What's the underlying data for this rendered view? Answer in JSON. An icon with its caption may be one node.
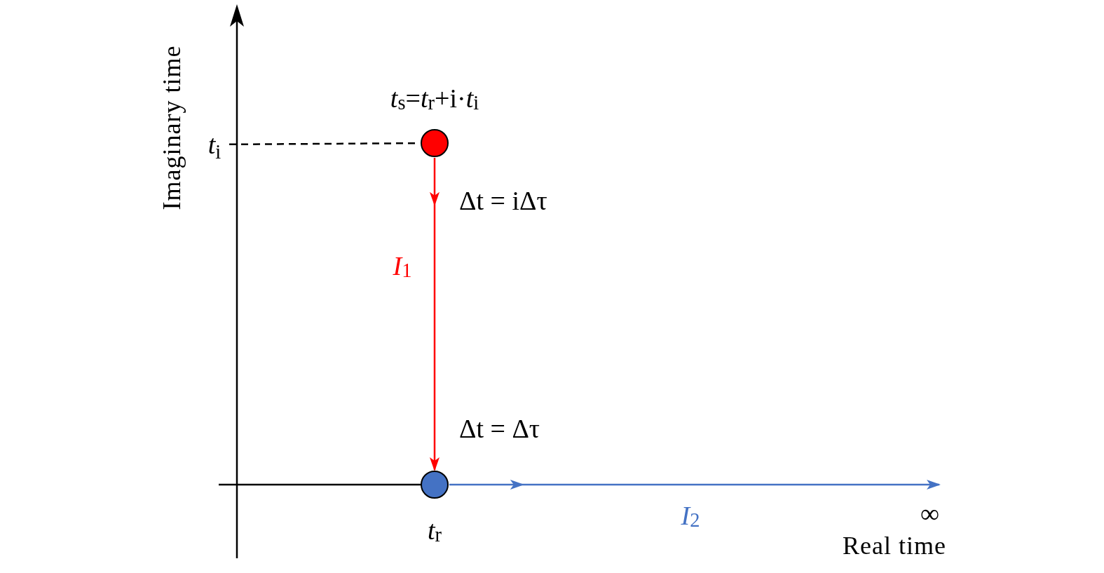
{
  "diagram": {
    "nodes": [
      {
        "text": [
          "*t*$_{i}$"
        ]
      },
      {
        "text": [],
        "shape": "circle",
        "beside": [
          "*t*$_{s}$=*t*$_{r}$+i·*t*$_{i}$"
        ]
      },
      {
        "text": [],
        "shape": "circle",
        "beside": [
          "*t*$_{r}$"
        ]
      }
    ],
    "edges": [
      {
        "from": 0,
        "to": 1,
        "arrow": "none",
        "style": "dashed"
      },
      {
        "from": 1,
        "to": 2,
        "arrow": "to",
        "label": "*I*$_{1}$",
        "color": "#ff0000"
      },
      {
        "from": 2,
        "to": null,
        "arrow": "to",
        "label": "*I*$_{2}$",
        "color": "#4472c4"
      }
    ],
    "labels": [
      "Imaginary time",
      "Δt = iΔτ",
      "Δt = Δτ",
      "∞",
      "Real time"
    ]
  }
}
